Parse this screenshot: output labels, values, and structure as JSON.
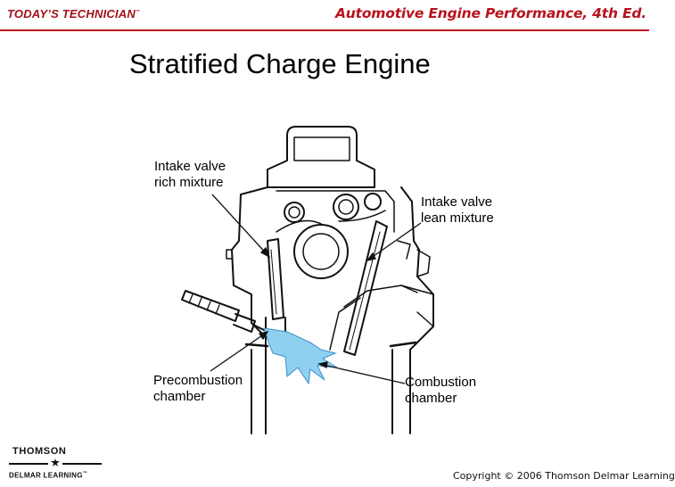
{
  "header": {
    "brand": "TODAY’S TECHNICIAN",
    "brand_tm": "™",
    "book_title": "Automotive Engine Performance, 4th Ed.",
    "accent_color": "#b8131d"
  },
  "slide": {
    "title": "Stratified Charge Engine"
  },
  "diagram": {
    "callouts": {
      "intake_rich": [
        "Intake valve",
        "rich mixture"
      ],
      "intake_lean": [
        "Intake valve",
        "lean mixture"
      ],
      "precombustion": [
        "Precombustion",
        "chamber"
      ],
      "combustion": [
        "Combustion",
        "chamber"
      ]
    },
    "flame_color": "#8fd0f0"
  },
  "footer": {
    "logo_top": "THOMSON",
    "logo_bottom": "DELMAR LEARNING",
    "logo_tm": "™",
    "copyright": "Copyright © 2006 Thomson Delmar Learning"
  }
}
